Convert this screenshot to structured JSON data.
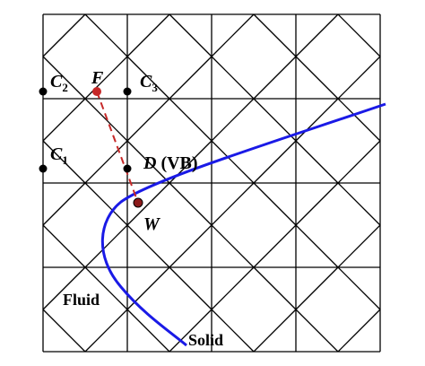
{
  "labels": {
    "c2_letter": "C",
    "c2_sub": "2",
    "f": "F",
    "c3_letter": "C",
    "c3_sub": "3",
    "c1_letter": "C",
    "c1_sub": "1",
    "d_letter": "D",
    "d_suffix": " (VB)",
    "w": "W",
    "fluid": "Fluid",
    "solid": "Solid"
  },
  "colors": {
    "grid": "#000000",
    "boundary": "#1a1ae6",
    "dashed": "#c62828",
    "node": "#000000",
    "point_f": "#c62828",
    "point_w": "#8b1a1a"
  }
}
